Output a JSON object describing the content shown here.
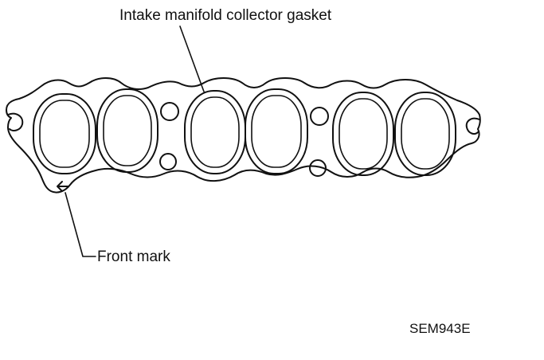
{
  "labels": {
    "gasket": "Intake manifold collector gasket",
    "front_mark": "Front mark",
    "figure_code": "SEM943E"
  },
  "colors": {
    "ink": "#111111",
    "paper": "#ffffff"
  }
}
